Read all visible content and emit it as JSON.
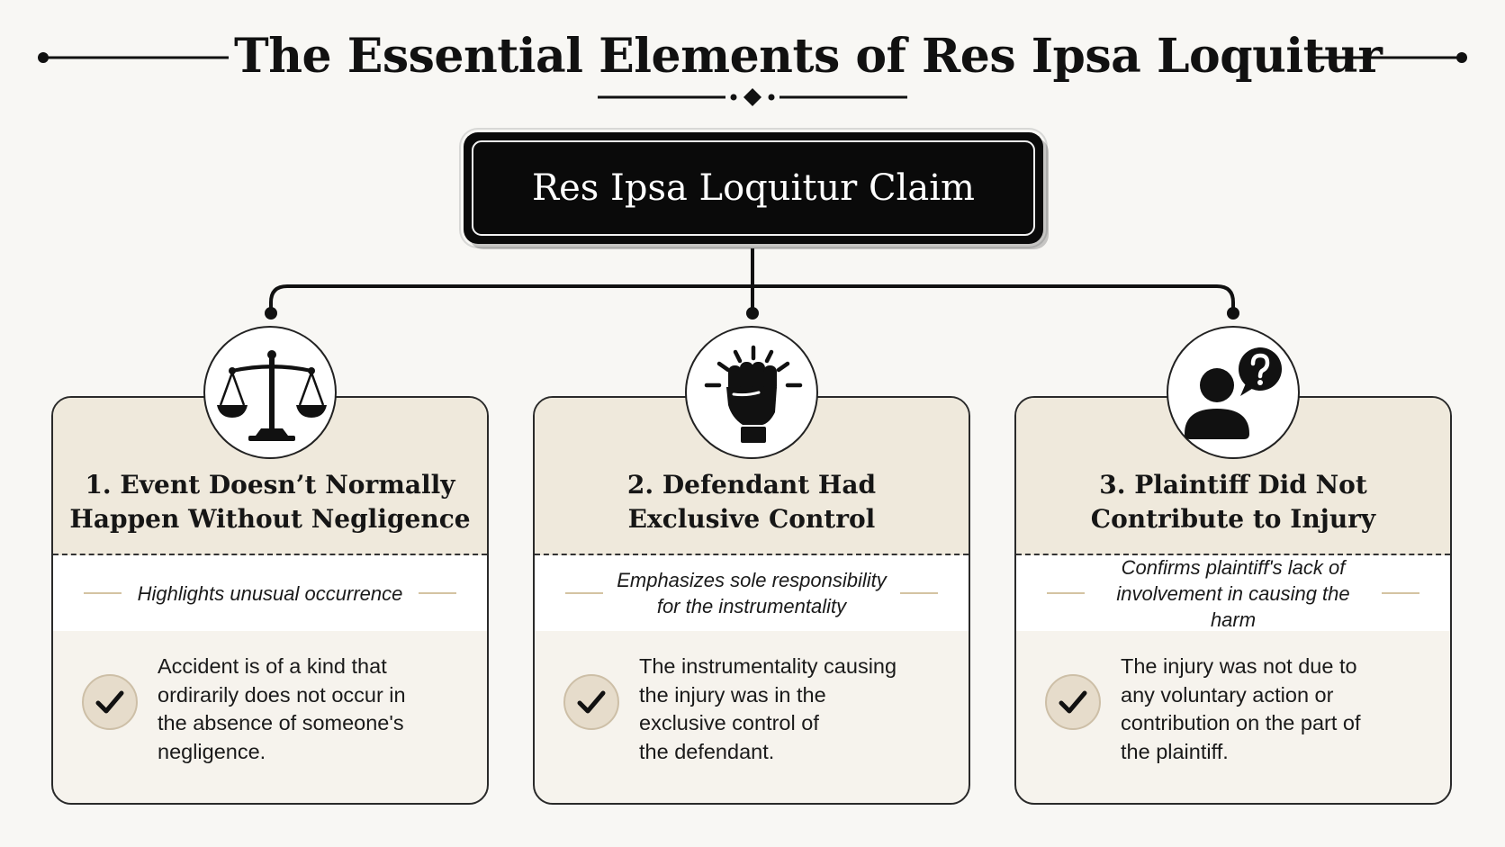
{
  "title": "The Essential Elements of Res Ipsa Loquitur",
  "root": {
    "label": "Res Ipsa Loquitur Claim"
  },
  "elements": [
    {
      "icon": "scales-of-justice-icon",
      "title_line1": "1. Event Doesn’t Normally",
      "title_line2": "Happen Without Negligence",
      "subtitle_line1": "Highlights unusual occurrence",
      "subtitle_line2": "",
      "body_lines": [
        "Accident is of a kind that",
        "ordirarily does not occur in",
        "the absence of someone's",
        "negligence."
      ]
    },
    {
      "icon": "raised-fist-icon",
      "title_line1": "2. Defendant Had",
      "title_line2": "Exclusive Control",
      "subtitle_line1": "Emphasizes sole responsibility",
      "subtitle_line2": "for the instrumentality",
      "body_lines": [
        "The instrumentality causing",
        "the injury was in the",
        "exclusive control of",
        "the defendant."
      ]
    },
    {
      "icon": "person-question-icon",
      "title_line1": "3. Plaintiff Did Not",
      "title_line2": "Contribute to Injury",
      "subtitle_line1": "Confirms plaintiff's lack of",
      "subtitle_line2": "involvement in causing the harm",
      "body_lines": [
        "The injury was not due to",
        "any voluntary action or",
        "contribution on the part of",
        "the plaintiff."
      ]
    }
  ],
  "colors": {
    "background": "#f8f7f4",
    "ink": "#111111",
    "card_header": "#efe9dc",
    "card_body": "#f6f3ed",
    "accent_tan": "#d4c3a2"
  }
}
